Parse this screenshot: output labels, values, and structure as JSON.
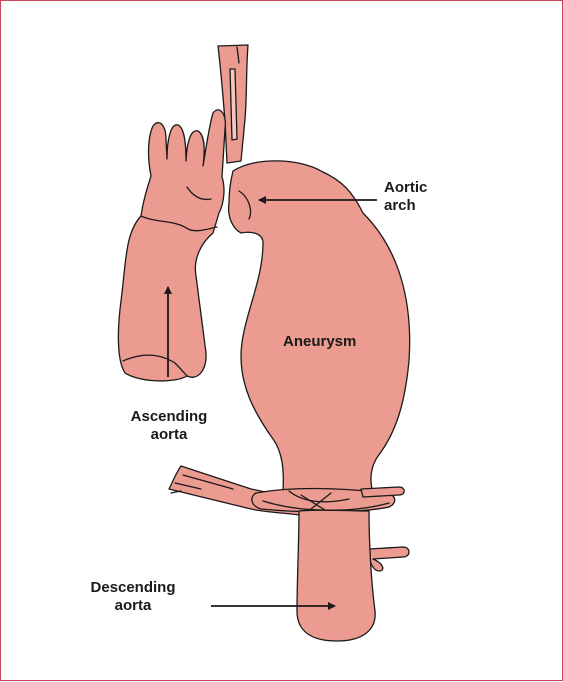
{
  "labels": {
    "aortic_arch": [
      "Aortic",
      "arch"
    ],
    "aneurysm": "Aneurysm",
    "ascending_aorta": [
      "Ascending",
      "aorta"
    ],
    "descending_aorta": [
      "Descending",
      "aorta"
    ]
  },
  "colors": {
    "frame": "#c8475e",
    "vessel_fill": "#ec9b90",
    "outline": "#1a1a1a",
    "text": "#1a1a1a"
  }
}
